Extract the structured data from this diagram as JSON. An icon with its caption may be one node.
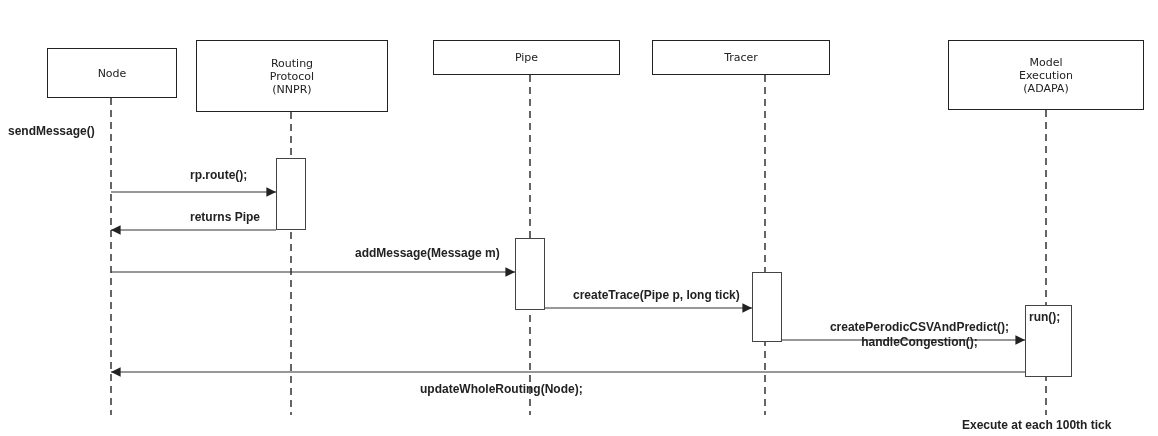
{
  "diagram": {
    "nodes": [
      {
        "text": [
          "Node"
        ]
      },
      {
        "text": [
          "Routing Protocol (NNPR)"
        ]
      },
      {
        "text": [
          "Pipe"
        ]
      },
      {
        "text": [
          "Tracer"
        ]
      },
      {
        "text": [
          "Model Execution (ADAPA)"
        ]
      },
      {
        "text": [],
        "shape": "box"
      },
      {
        "text": [],
        "shape": "box"
      },
      {
        "text": [],
        "shape": "box"
      },
      {
        "text": [
          "run();"
        ]
      }
    ],
    "edges": [
      {
        "from": 0,
        "to": 5,
        "arrow": "to",
        "label": "rp.route();"
      },
      {
        "from": 5,
        "to": 0,
        "arrow": "to",
        "label": "returns Pipe"
      },
      {
        "from": 0,
        "to": 6,
        "arrow": "to",
        "label": "addMessage(Message m)"
      },
      {
        "from": 6,
        "to": 7,
        "arrow": "to",
        "label": "createTrace(Pipe p, long tick)"
      },
      {
        "from": 7,
        "to": 8,
        "arrow": "to",
        "label": "createPerodicCSVAndPredict(); handleCongestion();"
      },
      {
        "from": 8,
        "to": 0,
        "arrow": "to",
        "label": "updateWholeRouting(Node);"
      }
    ],
    "labels": [
      "sendMessage()",
      "Execute at each 100th tick"
    ]
  }
}
